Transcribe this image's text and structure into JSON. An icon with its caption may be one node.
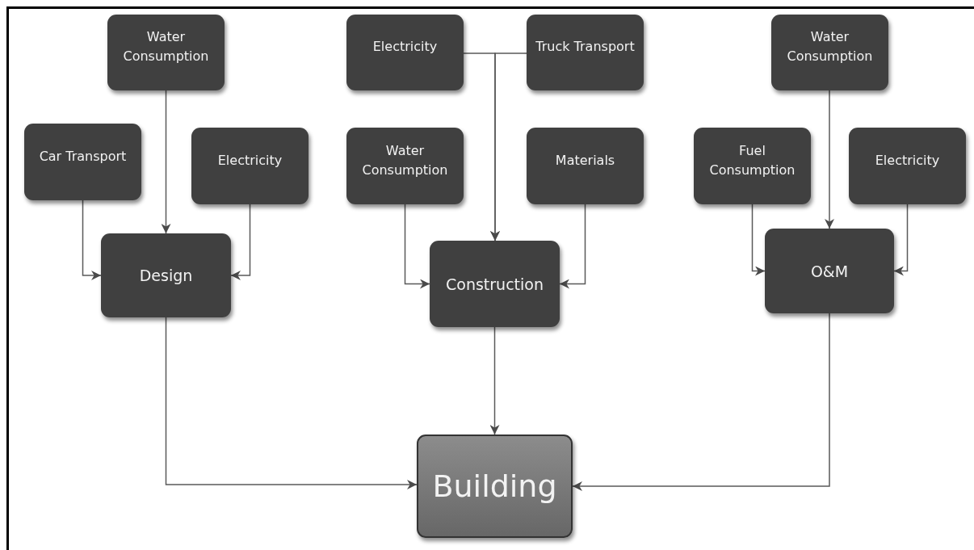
{
  "diagram": {
    "nodes": [
      {
        "text": [
          "Water Consumption"
        ]
      },
      {
        "text": [
          "Electricity"
        ]
      },
      {
        "text": [
          "Truck Transport"
        ]
      },
      {
        "text": [
          "Water Consumption"
        ]
      },
      {
        "text": [
          "Car Transport"
        ]
      },
      {
        "text": [
          "Electricity"
        ]
      },
      {
        "text": [
          "Water Consumption"
        ]
      },
      {
        "text": [
          "Materials"
        ]
      },
      {
        "text": [
          "Fuel Consumption"
        ]
      },
      {
        "text": [
          "Electricity"
        ]
      },
      {
        "text": [
          "Design"
        ]
      },
      {
        "text": [
          "Construction"
        ]
      },
      {
        "text": [
          "O&M"
        ]
      },
      {
        "text": [
          "Building"
        ]
      }
    ],
    "edges": [
      {
        "from": 0,
        "to": 10,
        "arrow": "to"
      },
      {
        "from": 4,
        "to": 10,
        "arrow": "to"
      },
      {
        "from": 5,
        "to": 10,
        "arrow": "to"
      },
      {
        "from": 1,
        "to": 11,
        "arrow": "to"
      },
      {
        "from": 2,
        "to": 11,
        "arrow": "to"
      },
      {
        "from": 6,
        "to": 11,
        "arrow": "to"
      },
      {
        "from": 7,
        "to": 11,
        "arrow": "to"
      },
      {
        "from": 3,
        "to": 12,
        "arrow": "to"
      },
      {
        "from": 8,
        "to": 12,
        "arrow": "to"
      },
      {
        "from": 9,
        "to": 12,
        "arrow": "to"
      },
      {
        "from": 10,
        "to": 13,
        "arrow": "to"
      },
      {
        "from": 11,
        "to": 13,
        "arrow": "to"
      },
      {
        "from": 12,
        "to": 13,
        "arrow": "to"
      }
    ]
  }
}
